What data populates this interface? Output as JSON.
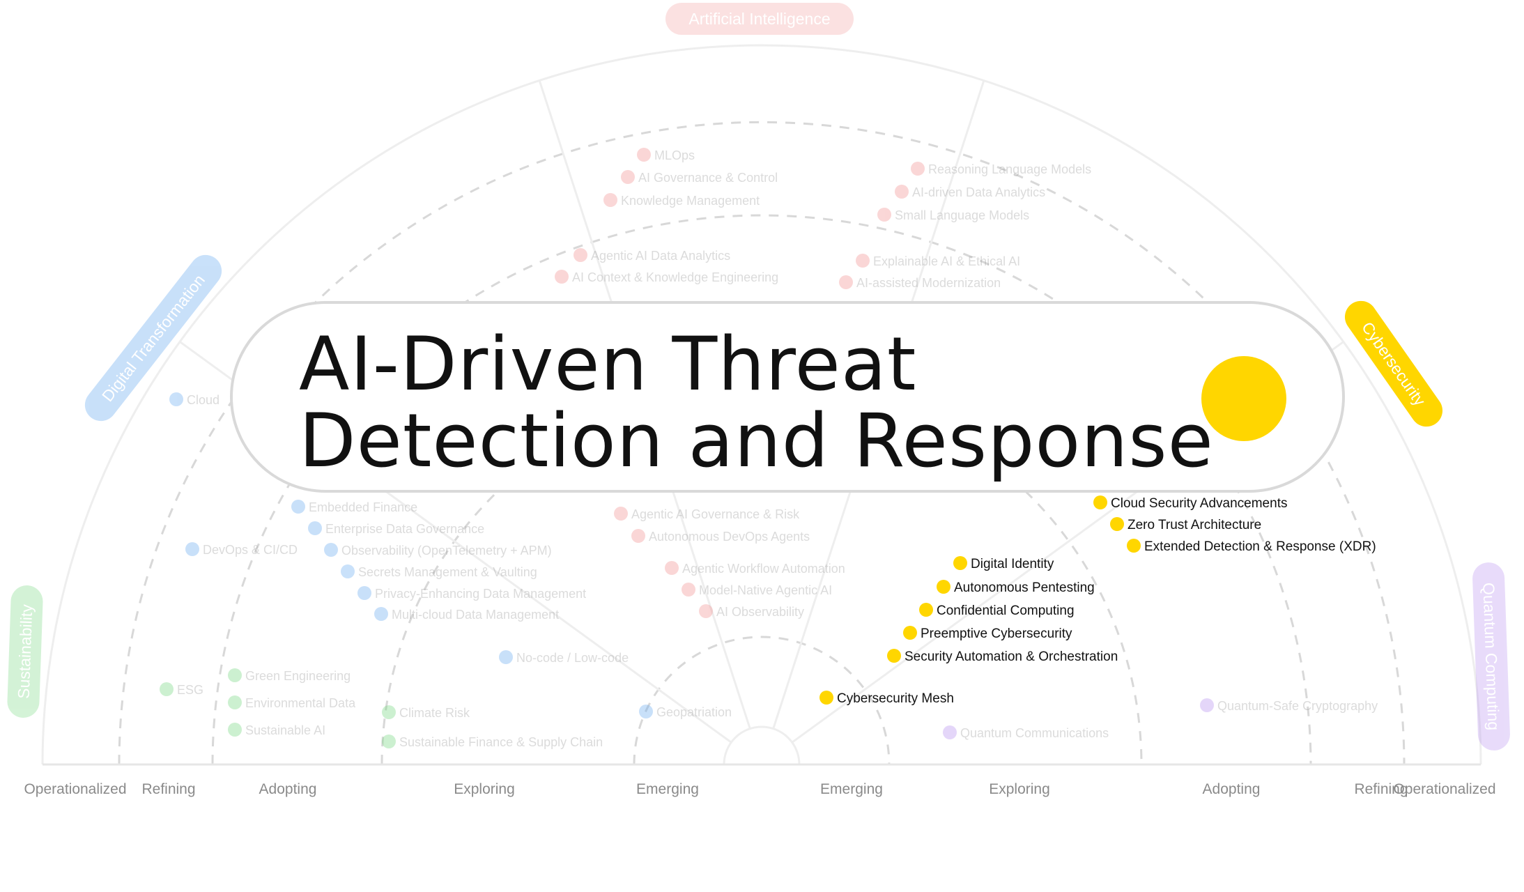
{
  "title": {
    "line1": "AI-Driven Threat",
    "line2": "Detection and Response",
    "dot_color": "#FFD600"
  },
  "stages": {
    "left": [
      "Operationalized",
      "Refining",
      "Adopting",
      "Exploring",
      "Emerging"
    ],
    "right": [
      "Emerging",
      "Exploring",
      "Adopting",
      "Refining",
      "Operationalized"
    ]
  },
  "categories": [
    {
      "id": "ai",
      "label": "Artificial Intelligence",
      "color": "#F28B8B"
    },
    {
      "id": "dt",
      "label": "Digital Transformation",
      "color": "#64A8F0"
    },
    {
      "id": "cs",
      "label": "Cybersecurity",
      "color": "#FFD600"
    },
    {
      "id": "su",
      "label": "Sustainability",
      "color": "#6FD67A"
    },
    {
      "id": "qc",
      "label": "Quantum Computing",
      "color": "#B48CF0"
    }
  ],
  "items": [
    {
      "label": "MLOps",
      "cat": "ai"
    },
    {
      "label": "AI Governance & Control",
      "cat": "ai"
    },
    {
      "label": "Knowledge Management",
      "cat": "ai"
    },
    {
      "label": "Reasoning Language Models",
      "cat": "ai"
    },
    {
      "label": "AI-driven Data Analytics",
      "cat": "ai"
    },
    {
      "label": "Small Language Models",
      "cat": "ai"
    },
    {
      "label": "Agentic AI Data Analytics",
      "cat": "ai"
    },
    {
      "label": "AI Context & Knowledge Engineering",
      "cat": "ai"
    },
    {
      "label": "Explainable AI & Ethical AI",
      "cat": "ai"
    },
    {
      "label": "AI-assisted Modernization",
      "cat": "ai"
    },
    {
      "label": "Agentic AI Governance & Risk",
      "cat": "ai"
    },
    {
      "label": "Autonomous DevOps Agents",
      "cat": "ai"
    },
    {
      "label": "Agentic Workflow Automation",
      "cat": "ai"
    },
    {
      "label": "Model-Native Agentic AI",
      "cat": "ai"
    },
    {
      "label": "AI Observability",
      "cat": "ai"
    },
    {
      "label": "Cloud",
      "cat": "dt"
    },
    {
      "label": "Embedded Finance",
      "cat": "dt"
    },
    {
      "label": "Enterprise Data Governance",
      "cat": "dt"
    },
    {
      "label": "DevOps & CI/CD",
      "cat": "dt"
    },
    {
      "label": "Observability (OpenTelemetry + APM)",
      "cat": "dt"
    },
    {
      "label": "Secrets Management & Vaulting",
      "cat": "dt"
    },
    {
      "label": "Privacy-Enhancing Data Management",
      "cat": "dt"
    },
    {
      "label": "Multi-cloud Data Management",
      "cat": "dt"
    },
    {
      "label": "No-code / Low-code",
      "cat": "dt"
    },
    {
      "label": "Geopatriation",
      "cat": "dt"
    },
    {
      "label": "ESG",
      "cat": "su"
    },
    {
      "label": "Green Engineering",
      "cat": "su"
    },
    {
      "label": "Environmental Data",
      "cat": "su"
    },
    {
      "label": "Sustainable AI",
      "cat": "su"
    },
    {
      "label": "Climate Risk",
      "cat": "su"
    },
    {
      "label": "Sustainable Finance & Supply Chain",
      "cat": "su"
    },
    {
      "label": "Cloud Security Advancements",
      "cat": "cs"
    },
    {
      "label": "Zero Trust Architecture",
      "cat": "cs"
    },
    {
      "label": "Extended Detection & Response (XDR)",
      "cat": "cs"
    },
    {
      "label": "Digital Identity",
      "cat": "cs"
    },
    {
      "label": "Autonomous Pentesting",
      "cat": "cs"
    },
    {
      "label": "Confidential Computing",
      "cat": "cs"
    },
    {
      "label": "Preemptive Cybersecurity",
      "cat": "cs"
    },
    {
      "label": "Security Automation & Orchestration",
      "cat": "cs"
    },
    {
      "label": "Cybersecurity Mesh",
      "cat": "cs"
    },
    {
      "label": "Quantum Communications",
      "cat": "qc"
    },
    {
      "label": "Quantum-Safe Cryptography",
      "cat": "qc"
    }
  ]
}
